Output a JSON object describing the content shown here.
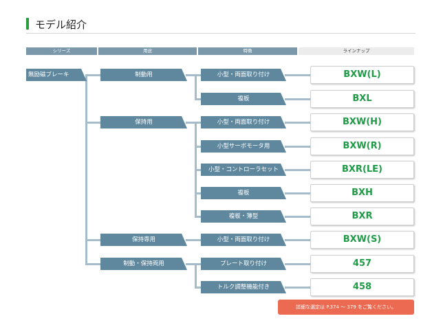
{
  "section_title": "モデル紹介",
  "colors": {
    "accent": "#2a9a3a",
    "box": "#5f879d",
    "header": "#7a98aa",
    "model_text": "#1f9a46",
    "note_bg": "#ec6a52"
  },
  "columns": [
    "シリーズ",
    "用途",
    "特徴",
    "ラインナップ"
  ],
  "series": "無励磁ブレーキ",
  "uses": [
    "制動用",
    "保持用",
    "保持専用",
    "制動・保持両用"
  ],
  "features": [
    "小型・両面取り付け",
    "複板",
    "小型・両面取り付け",
    "小型サーボモータ用",
    "小型・コントローラセット",
    "複板",
    "複板・薄型",
    "小型・両面取り付け",
    "プレート取り付け",
    "トルク調整機能付き"
  ],
  "models": [
    "BXW(L)",
    "BXL",
    "BXW(H)",
    "BXW(R)",
    "BXR(LE)",
    "BXH",
    "BXR",
    "BXW(S)",
    "457",
    "458"
  ],
  "note": "詳細な選定は P.374 ～ 379 をご覧ください。"
}
